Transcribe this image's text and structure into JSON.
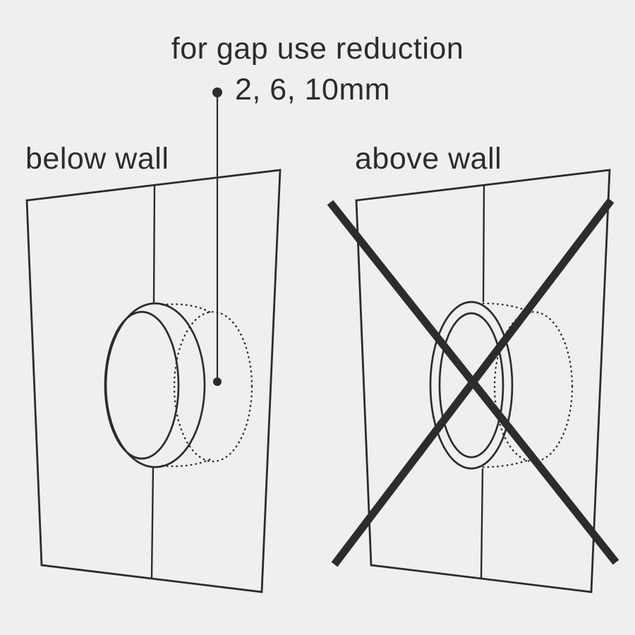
{
  "title": {
    "line1": "for gap use reduction",
    "line2": "2, 6, 10mm"
  },
  "panels": {
    "left": {
      "label": "below wall",
      "state": "allowed"
    },
    "right": {
      "label": "above wall",
      "state": "crossed-out"
    }
  },
  "symbols": {
    "leader_bullet": "•",
    "cross_out": "X"
  },
  "colors": {
    "background": "#edf0ee",
    "line": "#2b2c2b",
    "text": "#2b2c2b"
  }
}
